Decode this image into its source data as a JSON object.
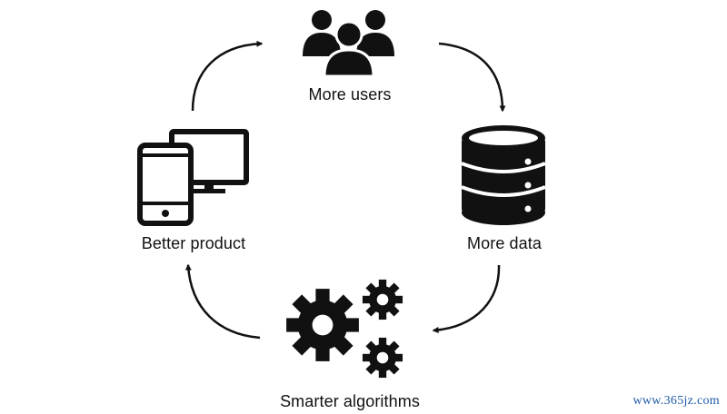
{
  "diagram": {
    "nodes": [
      {
        "id": "users",
        "label": "More users",
        "icon": "users-group-icon"
      },
      {
        "id": "data",
        "label": "More data",
        "icon": "database-icon"
      },
      {
        "id": "algorithms",
        "label": "Smarter algorithms",
        "icon": "gears-icon"
      },
      {
        "id": "product",
        "label": "Better product",
        "icon": "devices-icon"
      }
    ],
    "edges": [
      {
        "from": "users",
        "to": "data"
      },
      {
        "from": "data",
        "to": "algorithms"
      },
      {
        "from": "algorithms",
        "to": "product"
      },
      {
        "from": "product",
        "to": "users"
      }
    ],
    "colors": {
      "ink": "#111111",
      "background": "#ffffff"
    }
  },
  "watermark": {
    "text": "www.365jz.com",
    "color": "#1e5aa8"
  }
}
